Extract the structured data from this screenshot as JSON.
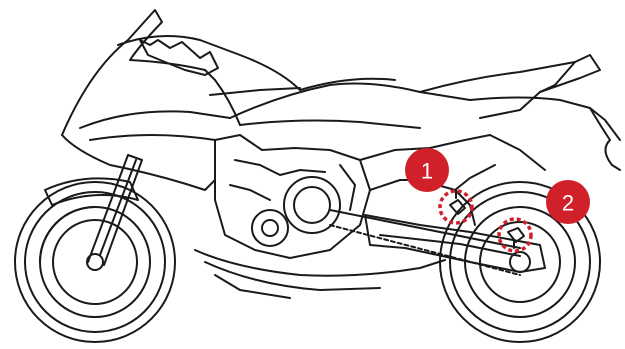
{
  "diagram": {
    "subject": "motorcycle-line-drawing",
    "line_color": "#1a1a1a",
    "accent_color": "#d0202a",
    "callouts": [
      {
        "label": "1"
      },
      {
        "label": "2"
      }
    ]
  }
}
